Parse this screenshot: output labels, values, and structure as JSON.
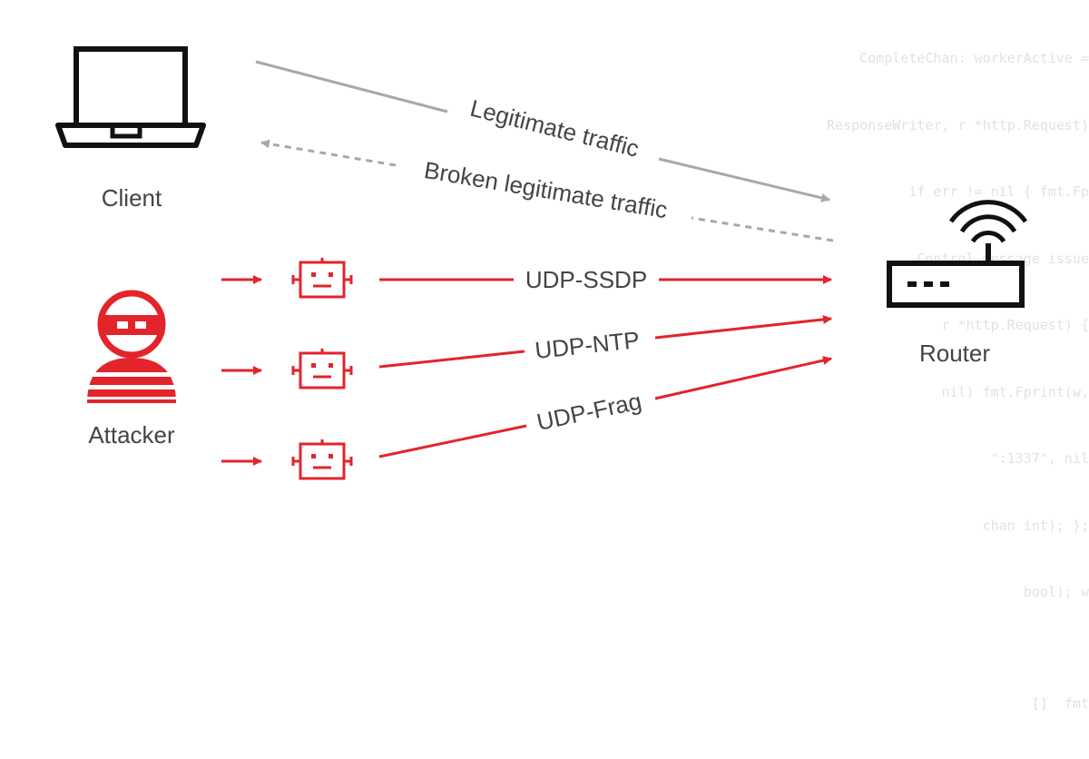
{
  "background_code": [
    "CompleteChan: workerActive =",
    "ResponseWriter, r *http.Request)",
    "if err != nil { fmt.Fp",
    "Control message issue",
    "r *http.Request) {",
    "nil) fmt.Fprint(w,",
    "\":1337\", nil",
    "chan int); };",
    "bool); w",
    "",
    "[]  fmt"
  ],
  "nodes": {
    "client": {
      "label": "Client"
    },
    "attacker": {
      "label": "Attacker"
    },
    "router": {
      "label": "Router"
    }
  },
  "links": {
    "legitimate": {
      "label": "Legitimate traffic"
    },
    "broken": {
      "label": "Broken legitimate traffic"
    },
    "ssdp": {
      "label": "UDP-SSDP"
    },
    "ntp": {
      "label": "UDP-NTP"
    },
    "frag": {
      "label": "UDP-Frag"
    }
  },
  "colors": {
    "attack": "#e3242b",
    "legit": "#a8a8a8",
    "icon": "#111111",
    "label": "#444444",
    "code": "#e2e2e2"
  }
}
